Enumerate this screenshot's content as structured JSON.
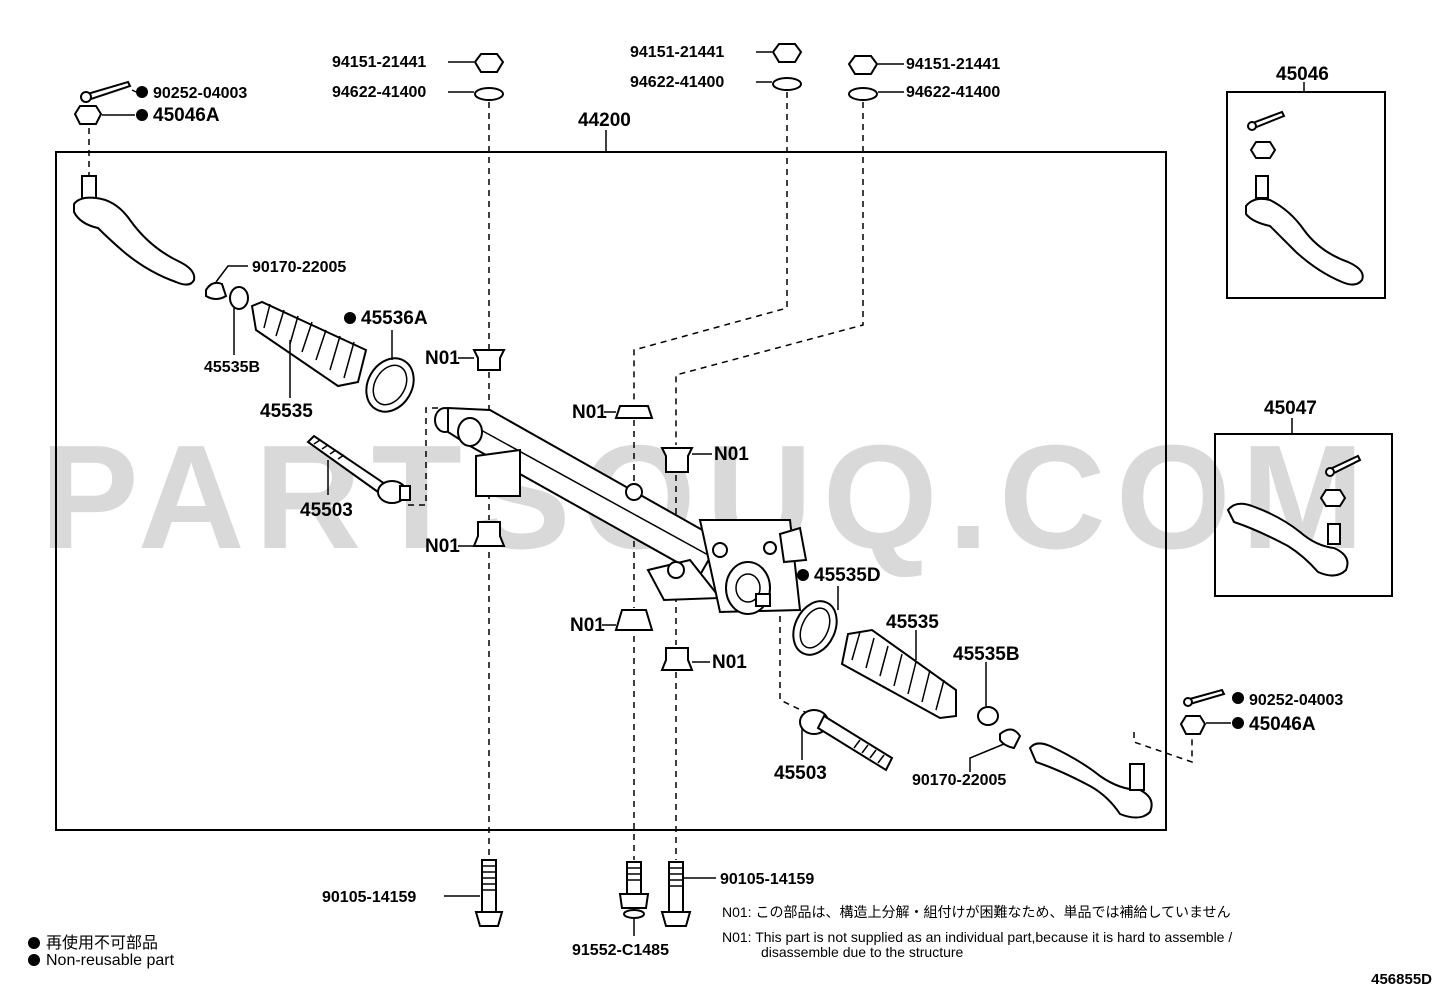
{
  "watermark": "PARTSOUQ.COM",
  "assembly_label": "44200",
  "labels": {
    "nut_top_left": "94151-21441",
    "washer_top_left": "94622-41400",
    "nut_top_mid": "94151-21441",
    "washer_top_mid": "94622-41400",
    "nut_top_right": "94151-21441",
    "washer_top_right": "94622-41400",
    "pin_left": "90252-04003",
    "nut_left": "45046A",
    "clip_left": "90170-22005",
    "band_left": "45536A",
    "clamp_left": "45535B",
    "boot_left": "45535",
    "rod_left": "45503",
    "n01_a": "N01",
    "n01_b": "N01",
    "n01_c": "N01",
    "n01_d": "N01",
    "n01_e": "N01",
    "n01_f": "N01",
    "band_right": "45535D",
    "boot_right": "45535",
    "clamp_right": "45535B",
    "rod_right": "45503",
    "clip_right": "90170-22005",
    "pin_right": "90252-04003",
    "nut_right": "45046A",
    "bolt_left": "90105-14159",
    "bolt_right": "90105-14159",
    "bolt_mid": "91552-C1485",
    "inset_top": "45046",
    "inset_bottom": "45047"
  },
  "notes": {
    "jp": "N01: この部品は、構造上分解・組付けが困難なため、単品では補給していません",
    "en_line1": "N01: This part is not supplied as an individual part,because it is hard to assemble /",
    "en_line2": "disassemble due to the structure"
  },
  "legend": {
    "jp": "再使用不可部品",
    "en": "Non-reusable part"
  },
  "diagram_id": "456855D"
}
